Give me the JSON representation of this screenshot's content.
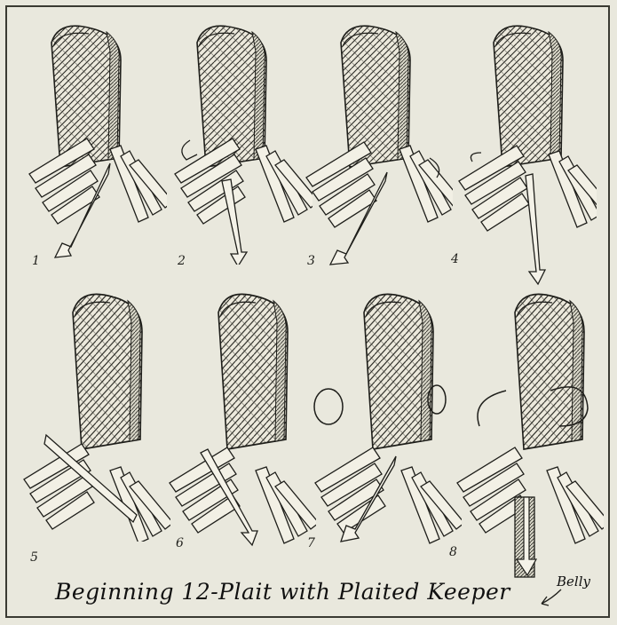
{
  "caption": "Beginning 12-Plait with Plaited Keeper",
  "belly_label": "Belly",
  "steps": [
    "1",
    "2",
    "3",
    "4",
    "5",
    "6",
    "7",
    "8"
  ]
}
